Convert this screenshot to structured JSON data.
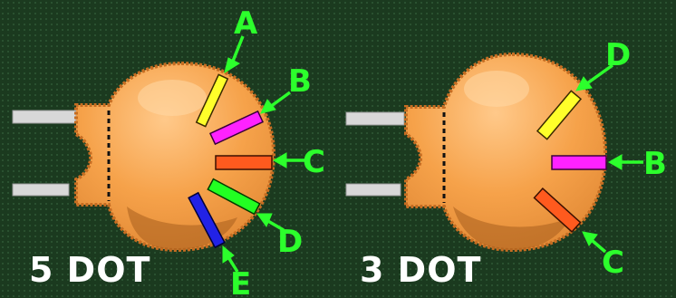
{
  "colors": {
    "background": "#1b3a1f",
    "body": "#f6a24a",
    "body_edge": "#c66d22",
    "shadow": "#a85e1e",
    "highlight": "#ffd8a6",
    "lead": "#d8d8d8",
    "label": "#2cff2c"
  },
  "diagrams": [
    {
      "caption": "5 DOT",
      "dots": [
        {
          "label": "A",
          "color": "#ffff2a"
        },
        {
          "label": "B",
          "color": "#ff22ff"
        },
        {
          "label": "C",
          "color": "#ff5a1e"
        },
        {
          "label": "D",
          "color": "#22ff22"
        },
        {
          "label": "E",
          "color": "#2222e6"
        }
      ]
    },
    {
      "caption": "3 DOT",
      "dots": [
        {
          "label": "D",
          "color": "#ffff2a"
        },
        {
          "label": "B",
          "color": "#ff22ff"
        },
        {
          "label": "C",
          "color": "#ff5a1e"
        }
      ]
    }
  ]
}
